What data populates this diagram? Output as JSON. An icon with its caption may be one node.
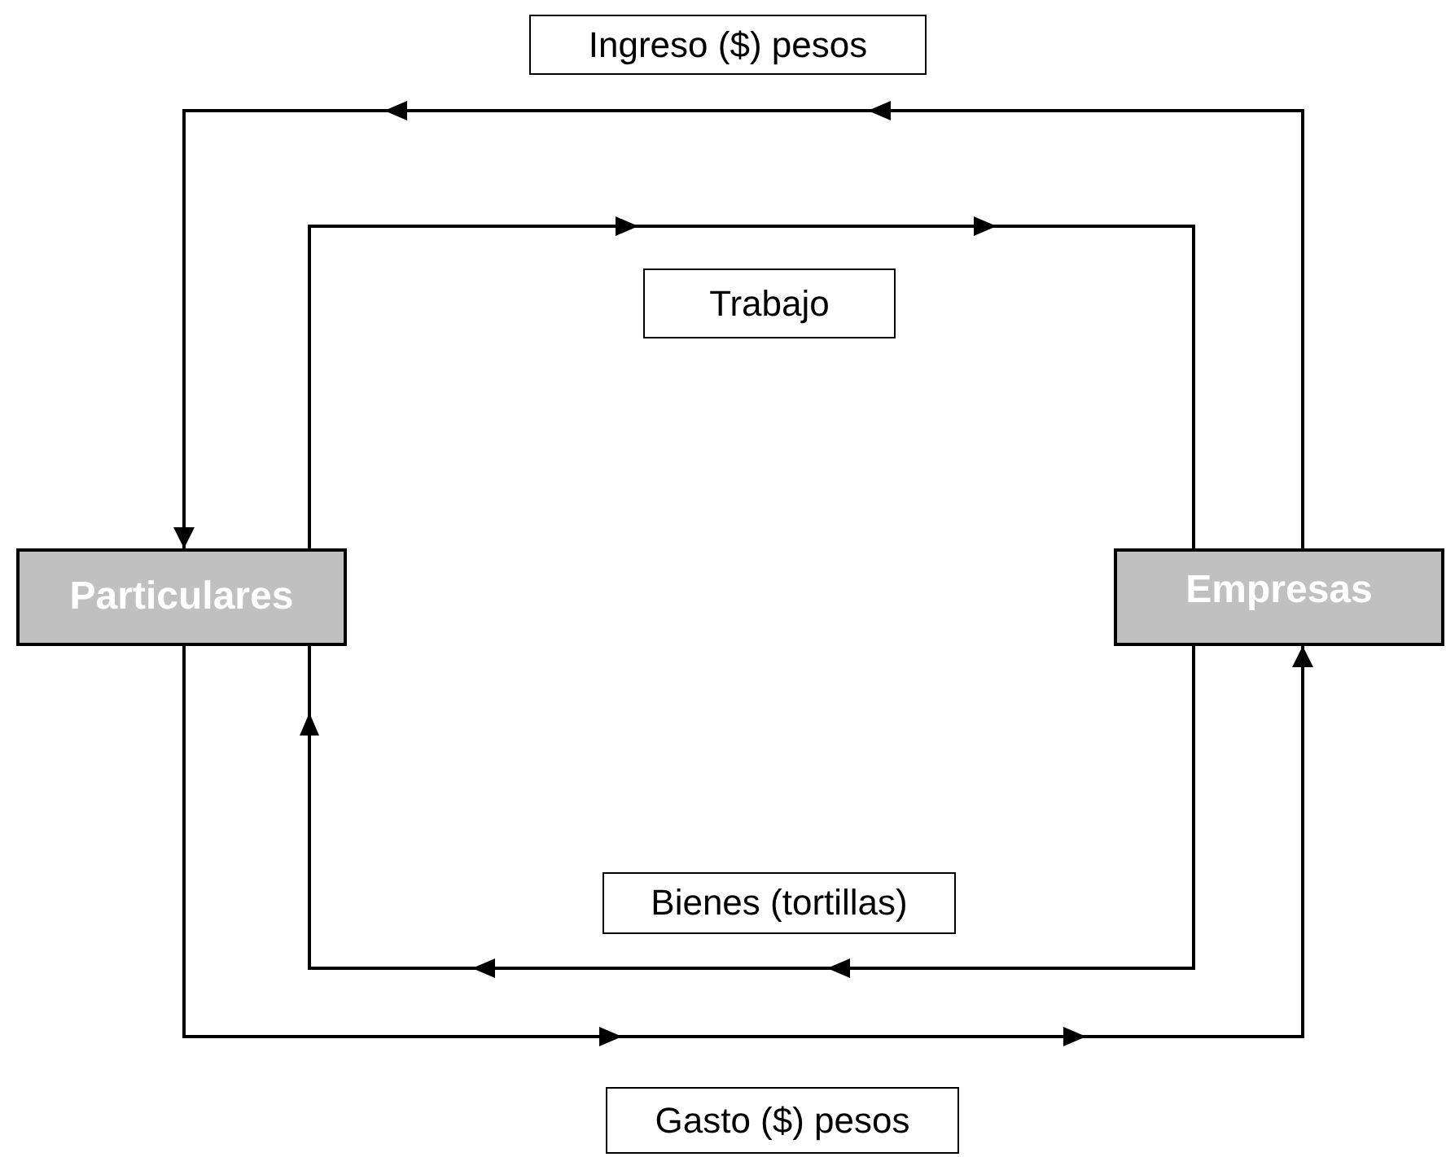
{
  "diagram": {
    "nodes": [
      {
        "text": [
          "Particulares"
        ]
      },
      {
        "text": [
          "Empresas"
        ]
      }
    ],
    "edges": [
      {
        "from": 1,
        "to": 0,
        "arrow": "to",
        "label": "Ingreso ($) pesos"
      },
      {
        "from": 0,
        "to": 1,
        "arrow": "to",
        "label": "Trabajo"
      },
      {
        "from": 1,
        "to": 0,
        "arrow": "to",
        "label": "Bienes (tortillas)"
      },
      {
        "from": 0,
        "to": 1,
        "arrow": "to",
        "label": "Gasto ($) pesos"
      }
    ]
  }
}
